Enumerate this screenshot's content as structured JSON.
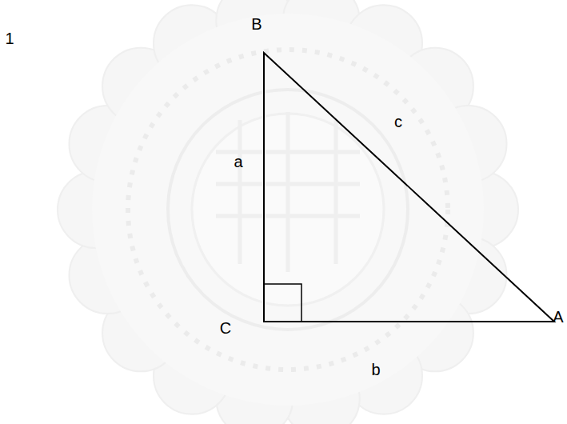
{
  "diagram": {
    "labels": [
      "1",
      "B",
      "a",
      "c",
      "A",
      "C",
      "b"
    ]
  }
}
